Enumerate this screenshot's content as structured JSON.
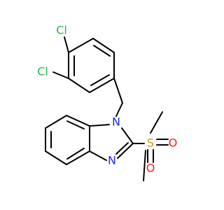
{
  "molecule": {
    "colors": {
      "bond": "#000000",
      "chlorine": "#22B14C",
      "nitrogen": "#1F24FF",
      "sulfur": "#C8A000",
      "oxygen": "#FF1A1A"
    },
    "atoms": {
      "cl_top": "Cl",
      "cl_left": "Cl",
      "n1": "N",
      "n3": "N",
      "s": "S",
      "o_right": "O",
      "o_bottom": "O"
    }
  }
}
